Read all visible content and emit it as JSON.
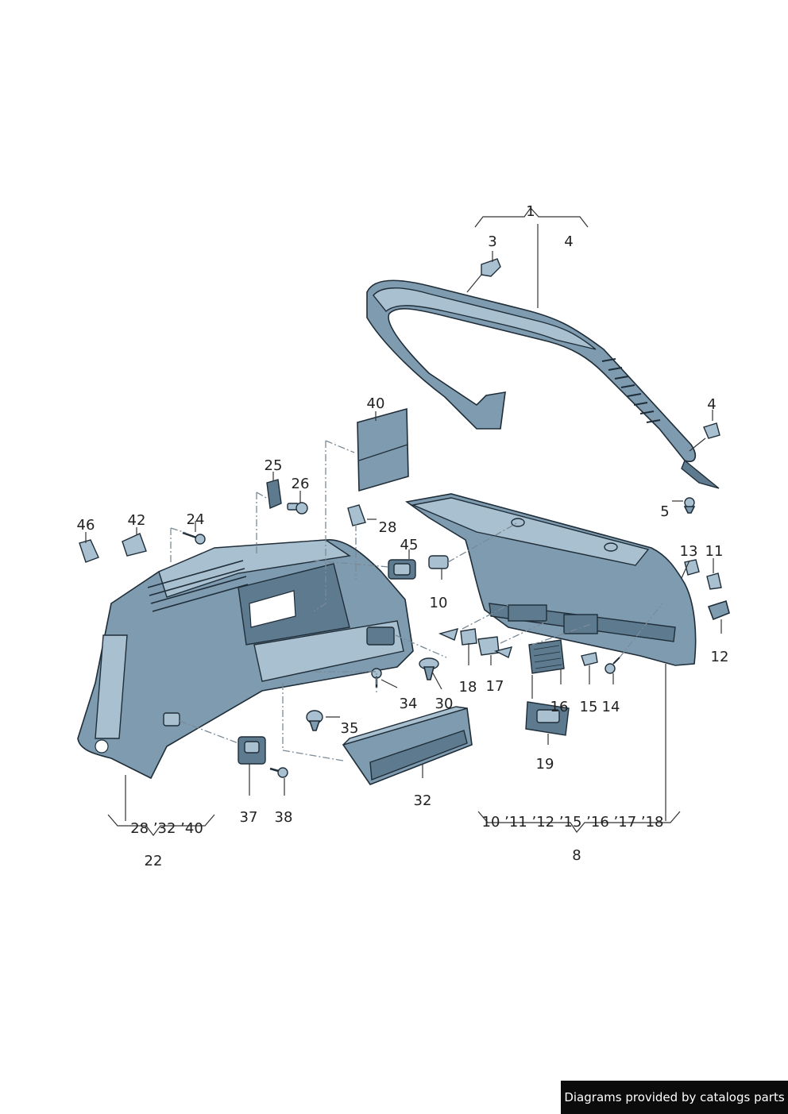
{
  "callouts": [
    {
      "id": "c1",
      "text": "1"
    },
    {
      "id": "c3",
      "text": "3"
    },
    {
      "id": "c4a",
      "text": "4"
    },
    {
      "id": "c4b",
      "text": "4"
    },
    {
      "id": "c5",
      "text": "5"
    },
    {
      "id": "c40",
      "text": "40"
    },
    {
      "id": "c25",
      "text": "25"
    },
    {
      "id": "c26",
      "text": "26"
    },
    {
      "id": "c28",
      "text": "28"
    },
    {
      "id": "c46",
      "text": "46"
    },
    {
      "id": "c42",
      "text": "42"
    },
    {
      "id": "c24",
      "text": "24"
    },
    {
      "id": "c45",
      "text": "45"
    },
    {
      "id": "c10",
      "text": "10"
    },
    {
      "id": "c13",
      "text": "13"
    },
    {
      "id": "c11",
      "text": "11"
    },
    {
      "id": "c12",
      "text": "12"
    },
    {
      "id": "c18",
      "text": "18"
    },
    {
      "id": "c17",
      "text": "17"
    },
    {
      "id": "c16",
      "text": "16"
    },
    {
      "id": "c15",
      "text": "15"
    },
    {
      "id": "c14",
      "text": "14"
    },
    {
      "id": "c34",
      "text": "34"
    },
    {
      "id": "c30",
      "text": "30"
    },
    {
      "id": "c35",
      "text": "35"
    },
    {
      "id": "c19",
      "text": "19"
    },
    {
      "id": "c37",
      "text": "37"
    },
    {
      "id": "c38",
      "text": "38"
    },
    {
      "id": "c32",
      "text": "32"
    },
    {
      "id": "c22",
      "text": "22"
    },
    {
      "id": "c8",
      "text": "8"
    }
  ],
  "groups": {
    "group_22_items": "28 ’32 ’40",
    "group_8_items": "10 ’11 ’12 ’15 ’16 ’17 ’18"
  },
  "footer": "Diagrams provided by catalogs parts",
  "colors": {
    "part_fill": "#7e9bb0",
    "part_light": "#a9c0d0",
    "part_dark": "#5d7a8f",
    "outline": "#1f2d38"
  }
}
